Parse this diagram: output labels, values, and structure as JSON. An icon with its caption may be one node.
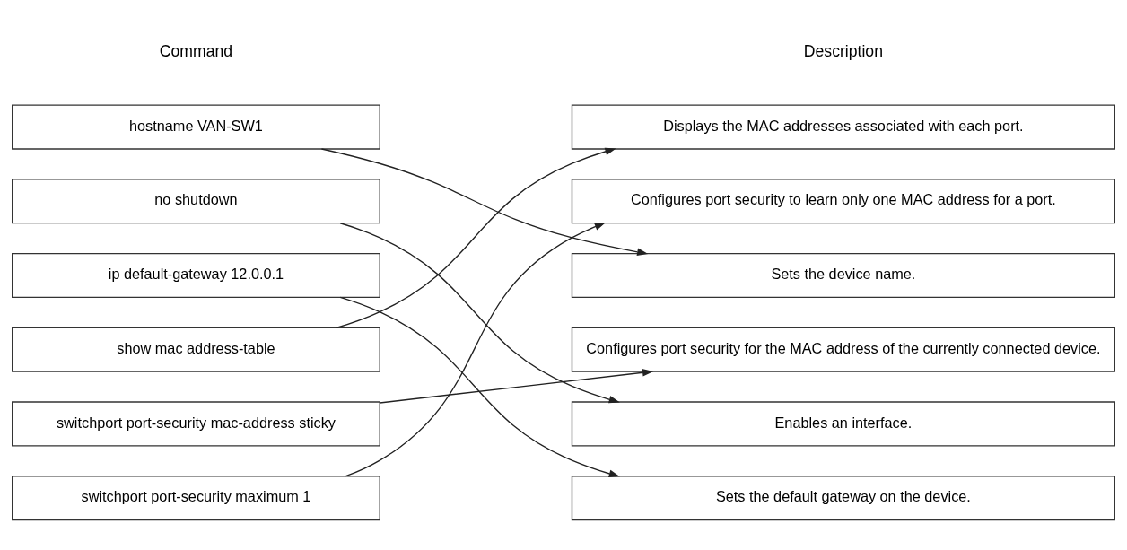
{
  "diagram": {
    "nodes": [
      {
        "text": [
          "hostname VAN-SW1"
        ]
      },
      {
        "text": [
          "no shutdown"
        ]
      },
      {
        "text": [
          "ip default-gateway 12.0.0.1"
        ]
      },
      {
        "text": [
          "show mac address-table"
        ]
      },
      {
        "text": [
          "switchport port-security mac-address sticky"
        ]
      },
      {
        "text": [
          "switchport port-security maximum 1"
        ]
      },
      {
        "text": [
          "Displays the MAC addresses associated with each port."
        ]
      },
      {
        "text": [
          "Configures port security to learn only one MAC address for a port."
        ]
      },
      {
        "text": [
          "Sets the device name."
        ]
      },
      {
        "text": [
          "Configures port security for the MAC address of the currently connected device."
        ]
      },
      {
        "text": [
          "Enables an interface."
        ]
      },
      {
        "text": [
          "Sets the default gateway on the device."
        ]
      }
    ],
    "edges": [
      {
        "from": 0,
        "to": 8,
        "arrow": "to"
      },
      {
        "from": 1,
        "to": 10,
        "arrow": "to"
      },
      {
        "from": 2,
        "to": 11,
        "arrow": "to"
      },
      {
        "from": 3,
        "to": 6,
        "arrow": "to"
      },
      {
        "from": 4,
        "to": 9,
        "arrow": "to"
      },
      {
        "from": 5,
        "to": 7,
        "arrow": "to"
      }
    ],
    "labels": [
      "Command",
      "Description"
    ]
  }
}
